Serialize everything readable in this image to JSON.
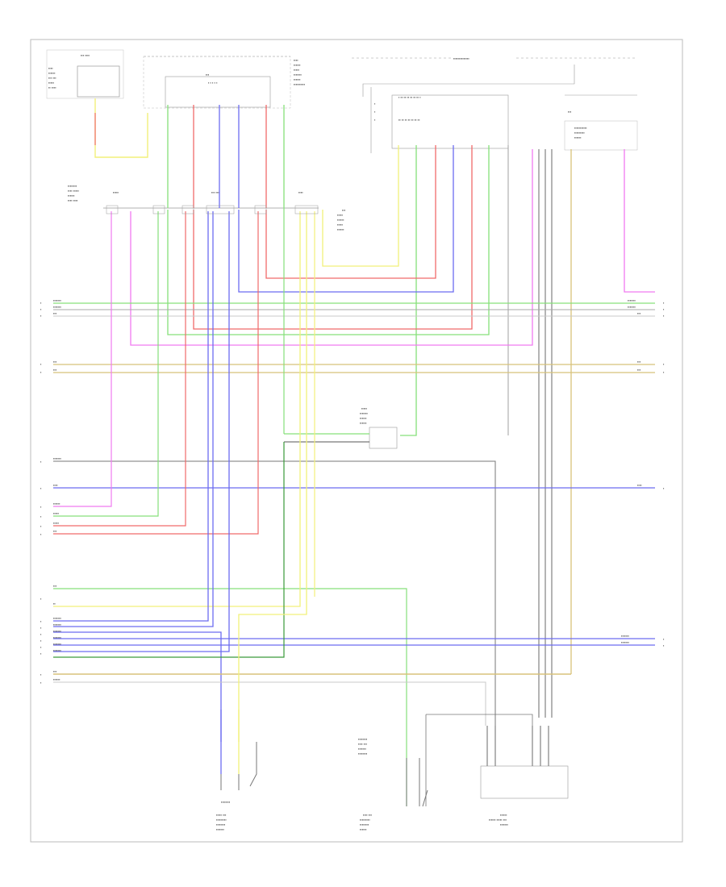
{
  "diagram": {
    "footer_label": "",
    "components": [
      {
        "id": "hot-at-all-times-fuse",
        "label": ""
      },
      {
        "id": "radio-connector-top",
        "label": ""
      },
      {
        "id": "audio-unit-top",
        "label": ""
      },
      {
        "id": "amplifier-module",
        "label": ""
      },
      {
        "id": "antenna-module",
        "label": ""
      },
      {
        "id": "junction-connector-left",
        "label": ""
      },
      {
        "id": "ground-module",
        "label": ""
      },
      {
        "id": "steering-switch",
        "label": ""
      },
      {
        "id": "front-speaker-lower",
        "label": ""
      },
      {
        "id": "rear-speaker-connector",
        "label": ""
      },
      {
        "id": "side-connector",
        "label": ""
      }
    ],
    "wire_colors": {
      "yellow": "#f2f07a",
      "green": "#86e07a",
      "red": "#f06a6a",
      "blue": "#6c6cf0",
      "pink": "#f07af0",
      "tan": "#d8c27a",
      "gray": "#a8a8a8",
      "black": "#555555"
    }
  }
}
